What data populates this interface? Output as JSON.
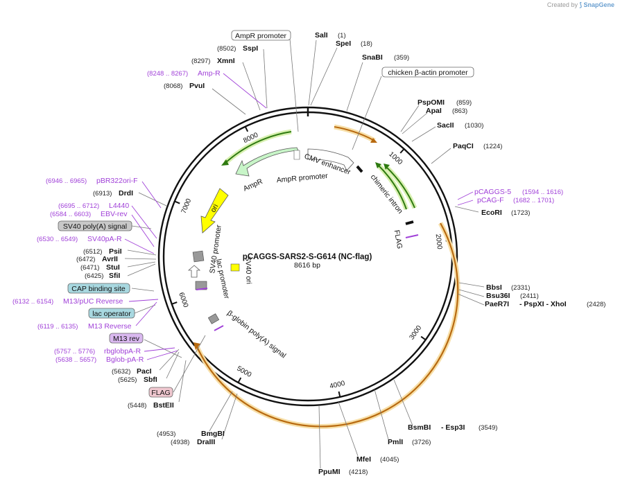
{
  "credit": {
    "prefix": "Created by",
    "brand": "SnapGene"
  },
  "map": {
    "name": "pCAGGS-SARS2-S-G614 (NC-flag)",
    "length_label": "8616 bp",
    "total_bp": 8616
  },
  "ticks": [
    "1000",
    "2000",
    "3000",
    "4000",
    "5000",
    "6000",
    "7000",
    "8000"
  ],
  "enzymes": [
    {
      "name": "SalI",
      "pos": "(1)"
    },
    {
      "name": "SpeI",
      "pos": "(18)"
    },
    {
      "name": "SnaBI",
      "pos": "(359)"
    },
    {
      "name": "PspOMI",
      "pos": "(859)"
    },
    {
      "name": "ApaI",
      "pos": "(863)"
    },
    {
      "name": "SacII",
      "pos": "(1030)"
    },
    {
      "name": "PaqCI",
      "pos": "(1224)"
    },
    {
      "name": "EcoRI",
      "pos": "(1723)"
    },
    {
      "name": "BbsI",
      "pos": "(2331)"
    },
    {
      "name": "Bsu36I",
      "pos": "(2411)"
    },
    {
      "name": "PaeR7I",
      "extra": "- PspXI   - XhoI",
      "pos": "(2428)"
    },
    {
      "name": "BsmBI",
      "extra": "- Esp3I",
      "pos": "(3549)"
    },
    {
      "name": "PmlI",
      "pos": "(3726)"
    },
    {
      "name": "MfeI",
      "pos": "(4045)"
    },
    {
      "name": "PpuMI",
      "pos": "(4218)"
    },
    {
      "name": "BmgBI",
      "pos": "(4953)"
    },
    {
      "name": "DraIII",
      "pos": "(4938)"
    },
    {
      "name": "BstEII",
      "pos": "(5448)"
    },
    {
      "name": "SbfI",
      "pos": "(5625)"
    },
    {
      "name": "PacI",
      "pos": "(5632)"
    },
    {
      "name": "SfiI",
      "pos": "(6425)"
    },
    {
      "name": "StuI",
      "pos": "(6471)"
    },
    {
      "name": "AvrII",
      "pos": "(6472)"
    },
    {
      "name": "PsiI",
      "pos": "(6512)"
    },
    {
      "name": "DrdI",
      "pos": "(6913)"
    },
    {
      "name": "PvuI",
      "pos": "(8068)"
    },
    {
      "name": "XmnI",
      "pos": "(8297)"
    },
    {
      "name": "SspI",
      "pos": "(8502)"
    }
  ],
  "primers": [
    {
      "name": "pCAGGS-5",
      "range": "(1594 .. 1616)"
    },
    {
      "name": "pCAG-F",
      "range": "(1682 .. 1701)"
    },
    {
      "name": "Amp-R",
      "range": "(8248 .. 8267)"
    },
    {
      "name": "pBR322ori-F",
      "range": "(6946 .. 6965)"
    },
    {
      "name": "L4440",
      "range": "(6695 .. 6712)"
    },
    {
      "name": "EBV-rev",
      "range": "(6584 .. 6603)"
    },
    {
      "name": "SV40pA-R",
      "range": "(6530 .. 6549)"
    },
    {
      "name": "M13/pUC Reverse",
      "range": "(6132 .. 6154)"
    },
    {
      "name": "M13 Reverse",
      "range": "(6119 .. 6135)"
    },
    {
      "name": "rbglobpA-R",
      "range": "(5757 .. 5776)"
    },
    {
      "name": "Bglob-pA-R",
      "range": "(5638 .. 5657)"
    }
  ],
  "boxed_features": [
    {
      "name": "AmpR promoter",
      "color": "#ffffff"
    },
    {
      "name": "chicken β-actin promoter",
      "color": "#ffffff"
    },
    {
      "name": "SV40 poly(A) signal",
      "color": "#c8c8c8"
    },
    {
      "name": "CAP binding site",
      "color": "#a8d8e0"
    },
    {
      "name": "lac operator",
      "color": "#a8d8e0"
    },
    {
      "name": "M13 rev",
      "color": "#d9b8ef"
    },
    {
      "name": "FLAG",
      "color": "#f0c8d0"
    }
  ],
  "inner_features": [
    "CMV enhancer",
    "chimeric intron",
    "FLAG",
    "AmpR",
    "AmpR promoter",
    "ori",
    "SV40 promoter",
    "SV40 ori",
    "lac promoter",
    "β-globin poly(A) signal"
  ],
  "colors": {
    "orf_orange": "#f0a030",
    "orf_highlight": "#f7dfa8",
    "green": "#58a020",
    "green_highlight": "#d8f0b0",
    "ampr": "#c8f5c8",
    "ori": "#ffff00",
    "primer": "#a040d8"
  }
}
